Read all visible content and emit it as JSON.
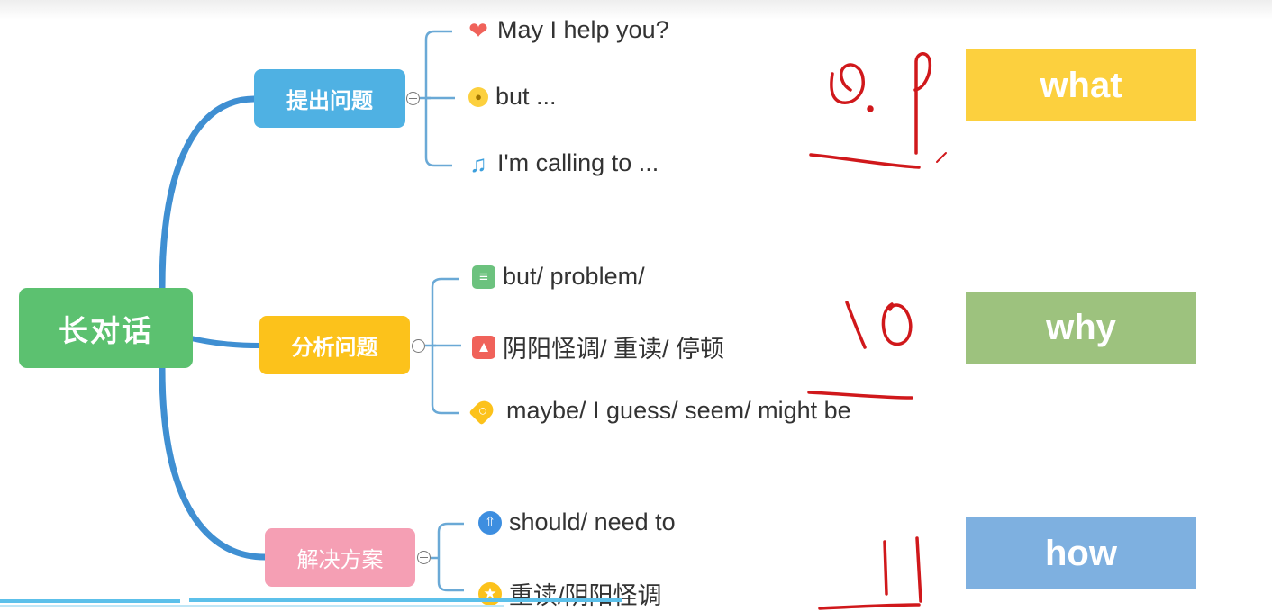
{
  "mindmap": {
    "root": "长对话",
    "branches": [
      {
        "label": "提出问题",
        "color": "#4fb1e3",
        "leaves": [
          {
            "icon": "heart-icon",
            "text": "May I help you?"
          },
          {
            "icon": "lightbulb-icon",
            "text": "but ..."
          },
          {
            "icon": "music-note-icon",
            "text": "I'm calling to ..."
          }
        ]
      },
      {
        "label": "分析问题",
        "color": "#fcc21b",
        "leaves": [
          {
            "icon": "notebook-icon",
            "text": "but/ problem/"
          },
          {
            "icon": "thumbs-up-icon",
            "text": "阴阳怪调/ 重读/ 停顿"
          },
          {
            "icon": "price-tag-icon",
            "text": "maybe/ I guess/ seem/ might be"
          }
        ]
      },
      {
        "label": "解决方案",
        "color": "#f59fb4",
        "leaves": [
          {
            "icon": "cloud-upload-icon",
            "text": "should/ need to"
          },
          {
            "icon": "star-icon",
            "text": "重读/阴阳怪调"
          }
        ]
      }
    ]
  },
  "side_labels": {
    "what": "what",
    "why": "why",
    "how": "how"
  },
  "colors": {
    "root": "#5cc170",
    "trunk": "#3f8fd2",
    "ink": "#d0181b"
  }
}
